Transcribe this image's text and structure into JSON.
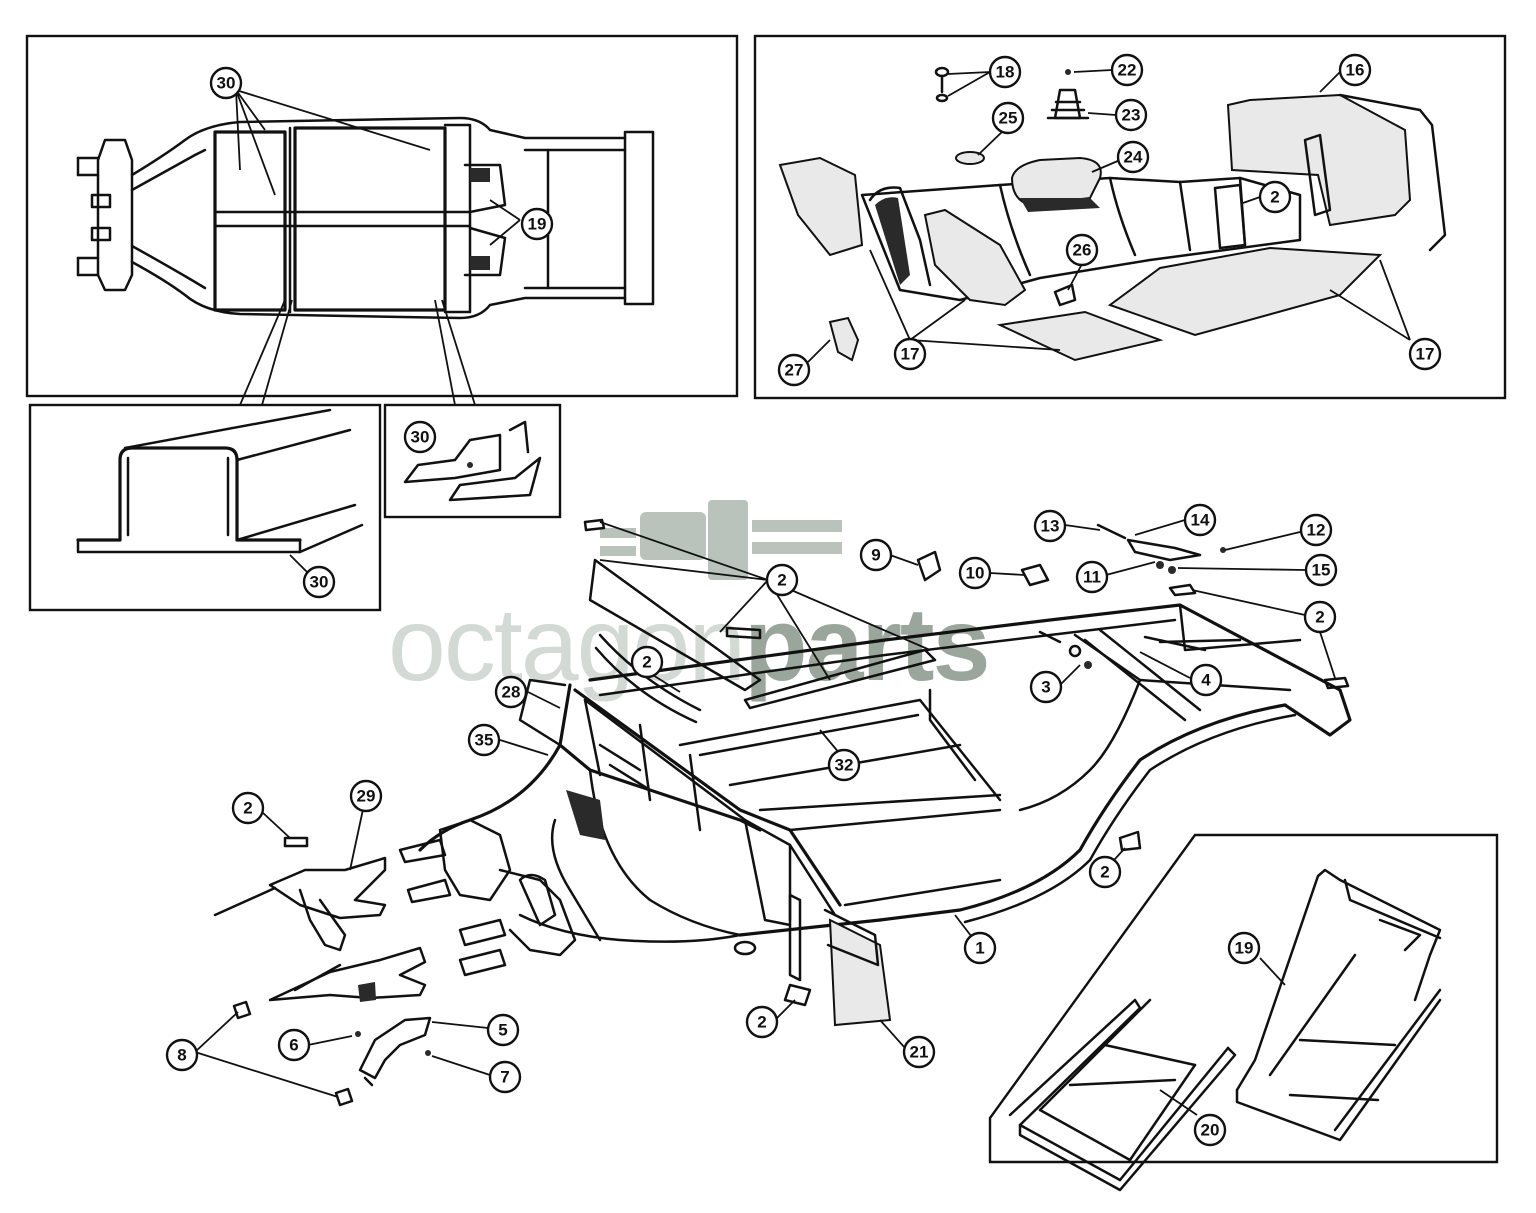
{
  "watermark": {
    "brand_light": "octagon",
    "brand_bold": "parts",
    "color_light": "#d3d9d4",
    "color_bold": "#9aa59c"
  },
  "callouts": {
    "c30a": "30",
    "c19a": "19",
    "c30b": "30",
    "c30c": "30",
    "c18": "18",
    "c22": "22",
    "c23": "23",
    "c25": "25",
    "c24": "24",
    "c16": "16",
    "c2a": "2",
    "c26": "26",
    "c27": "27",
    "c17a": "17",
    "c17b": "17",
    "c13": "13",
    "c14": "14",
    "c12": "12",
    "c9": "9",
    "c10": "10",
    "c11": "11",
    "c15": "15",
    "c2b": "2",
    "c2c": "2",
    "c2d": "2",
    "c3": "3",
    "c4": "4",
    "c28": "28",
    "c35": "35",
    "c32": "32",
    "c2e": "2",
    "c29": "29",
    "c2f": "2",
    "c1": "1",
    "c2g": "2",
    "c21": "21",
    "c5": "5",
    "c6": "6",
    "c7": "7",
    "c8": "8",
    "c19b": "19",
    "c20": "20"
  }
}
